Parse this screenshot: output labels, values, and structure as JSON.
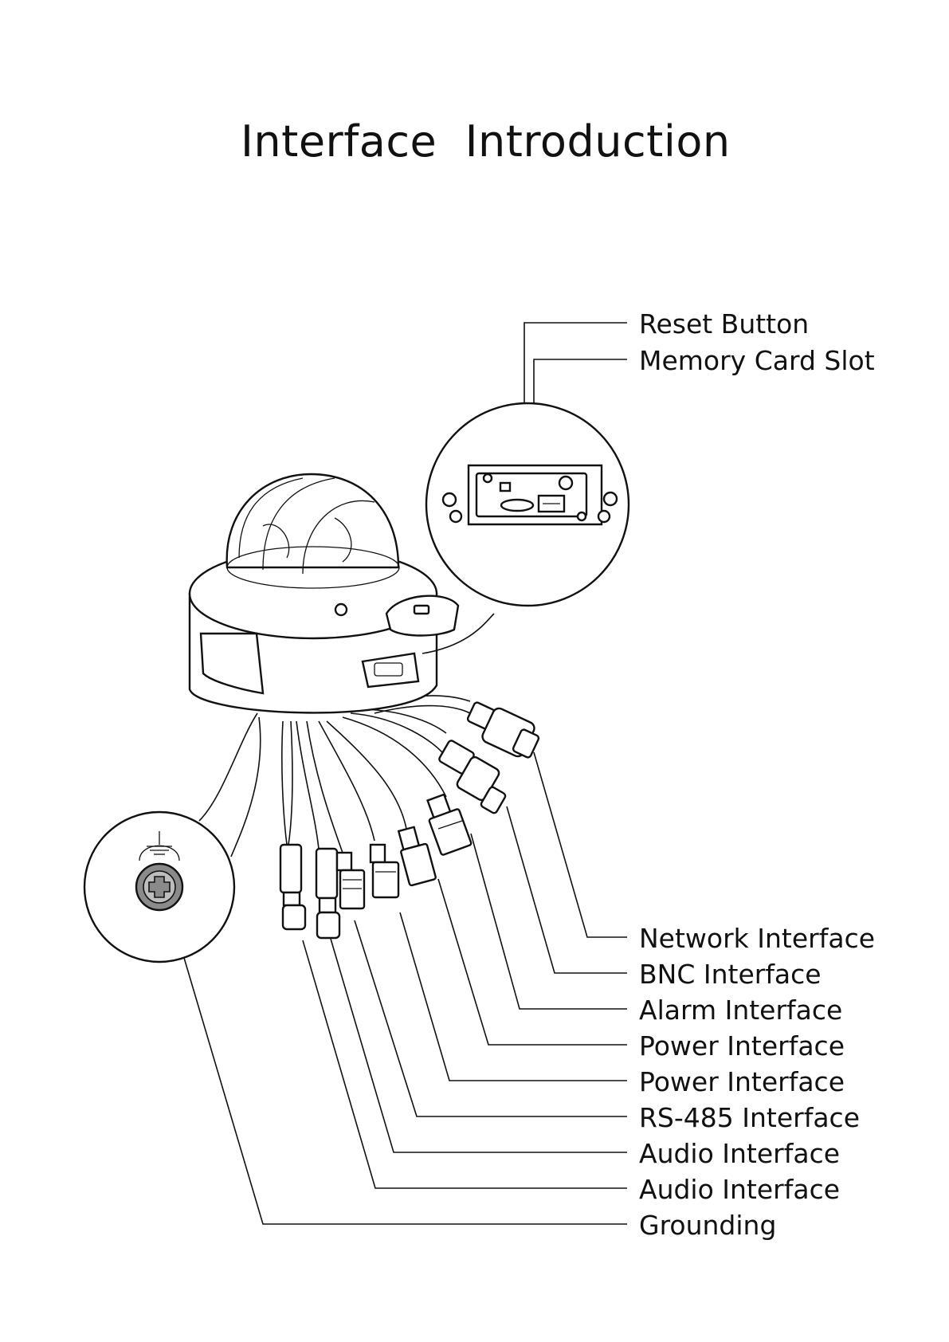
{
  "title": "Interface  Introduction",
  "labels": [
    {
      "key": "reset",
      "text": "Reset Button"
    },
    {
      "key": "memory",
      "text": "Memory Card Slot"
    },
    {
      "key": "network",
      "text": "Network Interface"
    },
    {
      "key": "bnc",
      "text": "BNC Interface"
    },
    {
      "key": "alarm",
      "text": "Alarm Interface"
    },
    {
      "key": "power1",
      "text": "Power Interface"
    },
    {
      "key": "power2",
      "text": "Power Interface"
    },
    {
      "key": "rs485",
      "text": "RS-485 Interface"
    },
    {
      "key": "audio1",
      "text": "Audio Interface"
    },
    {
      "key": "audio2",
      "text": "Audio Interface"
    },
    {
      "key": "grounding",
      "text": "Grounding"
    }
  ]
}
